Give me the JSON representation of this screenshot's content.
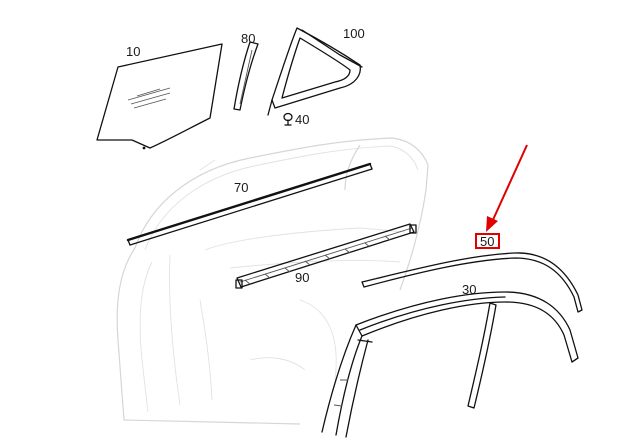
{
  "parts": [
    {
      "id": "p10",
      "label": "10"
    },
    {
      "id": "p80",
      "label": "80"
    },
    {
      "id": "p100",
      "label": "100"
    },
    {
      "id": "p40",
      "label": "40"
    },
    {
      "id": "p70",
      "label": "70"
    },
    {
      "id": "p90",
      "label": "90"
    },
    {
      "id": "p50",
      "label": "50"
    },
    {
      "id": "p30",
      "label": "30"
    }
  ],
  "highlight": {
    "label": "50",
    "color": "#e00000"
  },
  "colors": {
    "line": "#111111",
    "ghost": "#d6d6d6",
    "arrow": "#e00000"
  }
}
